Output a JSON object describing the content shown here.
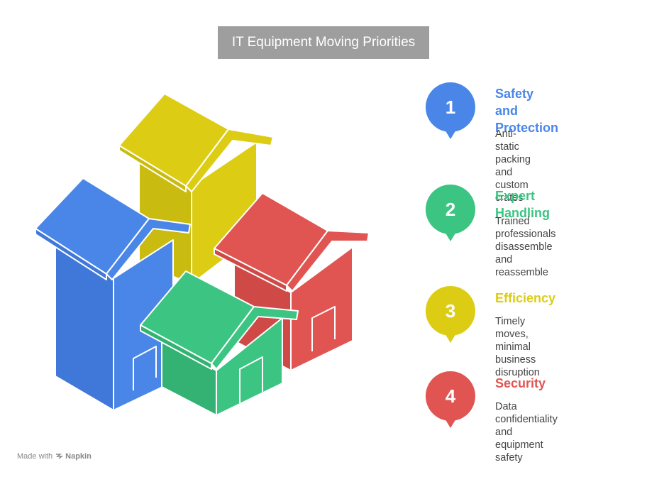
{
  "title": "IT Equipment Moving Priorities",
  "items": [
    {
      "number": "1",
      "title_lines": [
        "Safety and",
        "Protection"
      ],
      "desc_lines": [
        "Anti-static packing and",
        "custom crates"
      ],
      "color": "#4a86e8"
    },
    {
      "number": "2",
      "title_lines": [
        "Expert Handling"
      ],
      "desc_lines": [
        "Trained professionals",
        "disassemble and",
        "reassemble"
      ],
      "color": "#3cc482"
    },
    {
      "number": "3",
      "title_lines": [
        "Efficiency"
      ],
      "desc_lines": [
        "Timely moves, minimal",
        "business disruption"
      ],
      "color": "#dccd14"
    },
    {
      "number": "4",
      "title_lines": [
        "Security"
      ],
      "desc_lines": [
        "Data confidentiality and",
        "equipment safety"
      ],
      "color": "#e05552"
    }
  ],
  "houses": [
    {
      "name": "yellow-house",
      "color": "#dccd14"
    },
    {
      "name": "blue-house",
      "color": "#4a86e8"
    },
    {
      "name": "red-house",
      "color": "#e05552"
    },
    {
      "name": "green-house",
      "color": "#3cc482"
    }
  ],
  "footer": {
    "made_with": "Made with",
    "brand": "Napkin",
    "icon": "napkin-logo-icon"
  }
}
